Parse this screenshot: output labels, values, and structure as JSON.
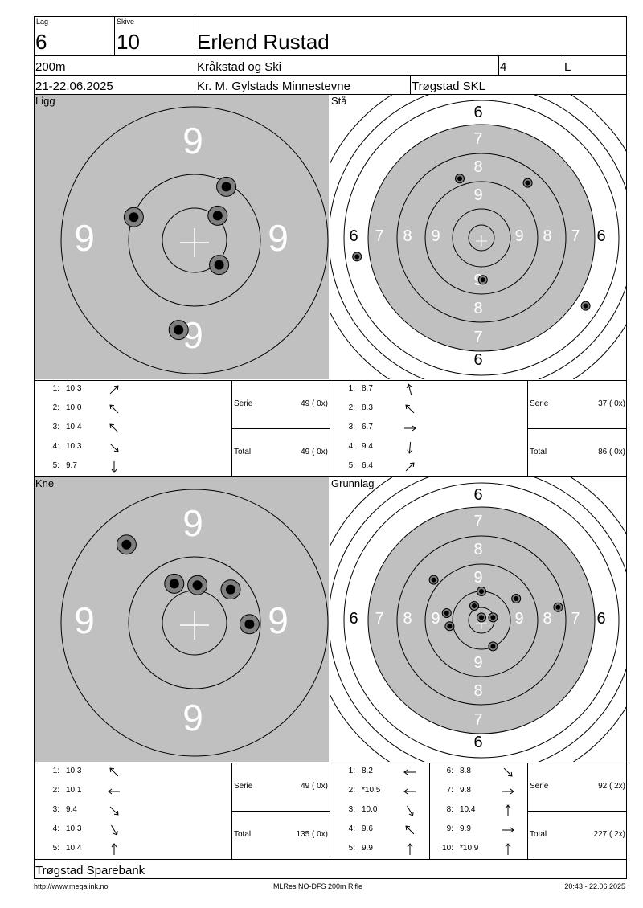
{
  "header": {
    "lag_label": "Lag",
    "lag_value": "6",
    "skive_label": "Skive",
    "skive_value": "10",
    "name": "Erlend Rustad",
    "distance": "200m",
    "club": "Kråkstad og Ski",
    "class_num": "4",
    "class_letter": "L",
    "date": "21-22.06.2025",
    "event": "Kr. M. Gylstads Minnestevne",
    "location": "Trøgstad SKL"
  },
  "targets": [
    {
      "title": "Ligg",
      "kind": "zoom",
      "rings": [
        "9",
        "9",
        "9",
        "9"
      ],
      "shots": [
        {
          "dx": 0.22,
          "dy": -0.37
        },
        {
          "dx": -0.42,
          "dy": -0.16
        },
        {
          "dx": 0.16,
          "dy": -0.17
        },
        {
          "dx": 0.17,
          "dy": 0.17
        },
        {
          "dx": -0.11,
          "dy": 0.62
        }
      ],
      "list": [
        {
          "n": "1:",
          "v": "10.3",
          "dir": -45
        },
        {
          "n": "2:",
          "v": "10.0",
          "dir": -135
        },
        {
          "n": "3:",
          "v": "10.4",
          "dir": -135
        },
        {
          "n": "4:",
          "v": "10.3",
          "dir": 45
        },
        {
          "n": "5:",
          "v": "9.7",
          "dir": 90
        }
      ],
      "serie_label": "Serie",
      "serie_value": "49 ( 0x)",
      "total_label": "Total",
      "total_value": "49 ( 0x)"
    },
    {
      "title": "Stå",
      "kind": "full",
      "shots": [
        {
          "dx": -0.15,
          "dy": -0.41
        },
        {
          "dx": 0.32,
          "dy": -0.38
        },
        {
          "dx": -0.86,
          "dy": 0.13
        },
        {
          "dx": 0.01,
          "dy": 0.29
        },
        {
          "dx": 0.72,
          "dy": 0.47
        }
      ],
      "list": [
        {
          "n": "1:",
          "v": "8.7",
          "dir": -105
        },
        {
          "n": "2:",
          "v": "8.3",
          "dir": -135
        },
        {
          "n": "3:",
          "v": "6.7",
          "dir": 0
        },
        {
          "n": "4:",
          "v": "9.4",
          "dir": 95
        },
        {
          "n": "5:",
          "v": "6.4",
          "dir": -45
        }
      ],
      "serie_label": "Serie",
      "serie_value": "37 ( 0x)",
      "total_label": "Total",
      "total_value": "86 ( 0x)"
    },
    {
      "title": "Kne",
      "kind": "zoom",
      "rings": [
        "9",
        "9",
        "9",
        "9"
      ],
      "shots": [
        {
          "dx": -0.47,
          "dy": -0.54
        },
        {
          "dx": -0.14,
          "dy": -0.27
        },
        {
          "dx": 0.02,
          "dy": -0.26
        },
        {
          "dx": 0.25,
          "dy": -0.23
        },
        {
          "dx": 0.38,
          "dy": 0.01
        }
      ],
      "list": [
        {
          "n": "1:",
          "v": "10.3",
          "dir": -135
        },
        {
          "n": "2:",
          "v": "10.1",
          "dir": 180
        },
        {
          "n": "3:",
          "v": "9.4",
          "dir": 45
        },
        {
          "n": "4:",
          "v": "10.3",
          "dir": 60
        },
        {
          "n": "5:",
          "v": "10.4",
          "dir": -90
        }
      ],
      "serie_label": "Serie",
      "serie_value": "49 ( 0x)",
      "total_label": "Total",
      "total_value": "135 ( 0x)"
    },
    {
      "title": "Grunnlag",
      "kind": "full",
      "shots": [
        {
          "dx": -0.33,
          "dy": -0.28
        },
        {
          "dx": 0.0,
          "dy": -0.2
        },
        {
          "dx": 0.24,
          "dy": -0.15
        },
        {
          "dx": -0.05,
          "dy": -0.1
        },
        {
          "dx": -0.24,
          "dy": -0.05
        },
        {
          "dx": 0.53,
          "dy": -0.09
        },
        {
          "dx": 0.08,
          "dy": -0.02
        },
        {
          "dx": 0.0,
          "dy": -0.02
        },
        {
          "dx": -0.22,
          "dy": 0.04
        },
        {
          "dx": 0.08,
          "dy": 0.18
        }
      ],
      "list": [
        {
          "n": "1:",
          "v": "8.2",
          "dir": 180
        },
        {
          "n": "2:",
          "v": "*10.5",
          "dir": 180
        },
        {
          "n": "3:",
          "v": "10.0",
          "dir": 60
        },
        {
          "n": "4:",
          "v": "9.6",
          "dir": -135
        },
        {
          "n": "5:",
          "v": "9.9",
          "dir": -90
        },
        {
          "n": "6:",
          "v": "8.8",
          "dir": 45
        },
        {
          "n": "7:",
          "v": "9.8",
          "dir": 0
        },
        {
          "n": "8:",
          "v": "10.4",
          "dir": -90
        },
        {
          "n": "9:",
          "v": "9.9",
          "dir": 0
        },
        {
          "n": "10:",
          "v": "*10.9",
          "dir": -90
        }
      ],
      "serie_label": "Serie",
      "serie_value": "92 ( 2x)",
      "total_label": "Total",
      "total_value": "227 ( 2x)"
    }
  ],
  "sponsor": "Trøgstad Sparebank",
  "footer": {
    "left": "http://www.megalink.no",
    "center": "MLRes NO-DFS 200m Rifle",
    "right": "20:43 - 22.06.2025"
  },
  "colors": {
    "grey": "#c0c0c0",
    "mid": "#808080",
    "shot": "#000000"
  }
}
